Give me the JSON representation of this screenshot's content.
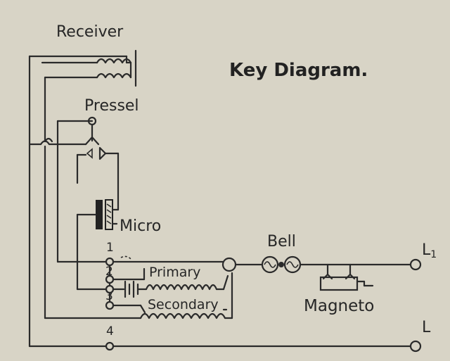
{
  "diagram": {
    "title": "Key Diagram.",
    "labels": {
      "receiver": "Receiver",
      "pressel": "Pressel",
      "micro": "Micro",
      "bell": "Bell",
      "primary": "Primary",
      "secondary": "Secondary",
      "magneto": "Magneto",
      "line1_letter": "L",
      "line1_sub": "1",
      "line2": "L"
    },
    "terminals": [
      "1",
      "2",
      "3",
      "4"
    ],
    "colors": {
      "paper": "#d8d4c6",
      "ink": "#2a2a2a"
    }
  }
}
